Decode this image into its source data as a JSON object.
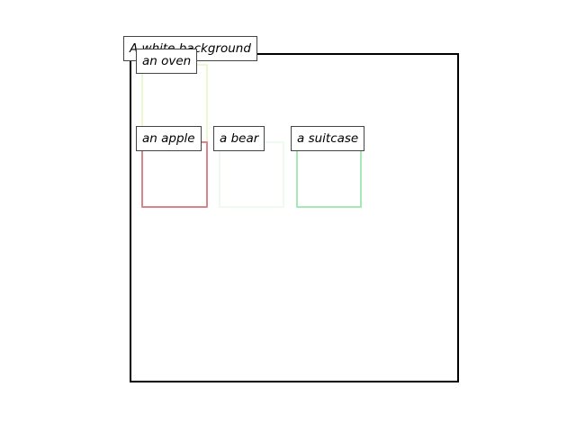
{
  "scene": {
    "background_label": "A white background",
    "objects": [
      {
        "label": "an oven",
        "color": "#ecf8cf"
      },
      {
        "label": "an apple",
        "color": "#d7848c"
      },
      {
        "label": "a bear",
        "color": "#eefaf0"
      },
      {
        "label": "a suitcase",
        "color": "#a4e8b4"
      }
    ]
  }
}
